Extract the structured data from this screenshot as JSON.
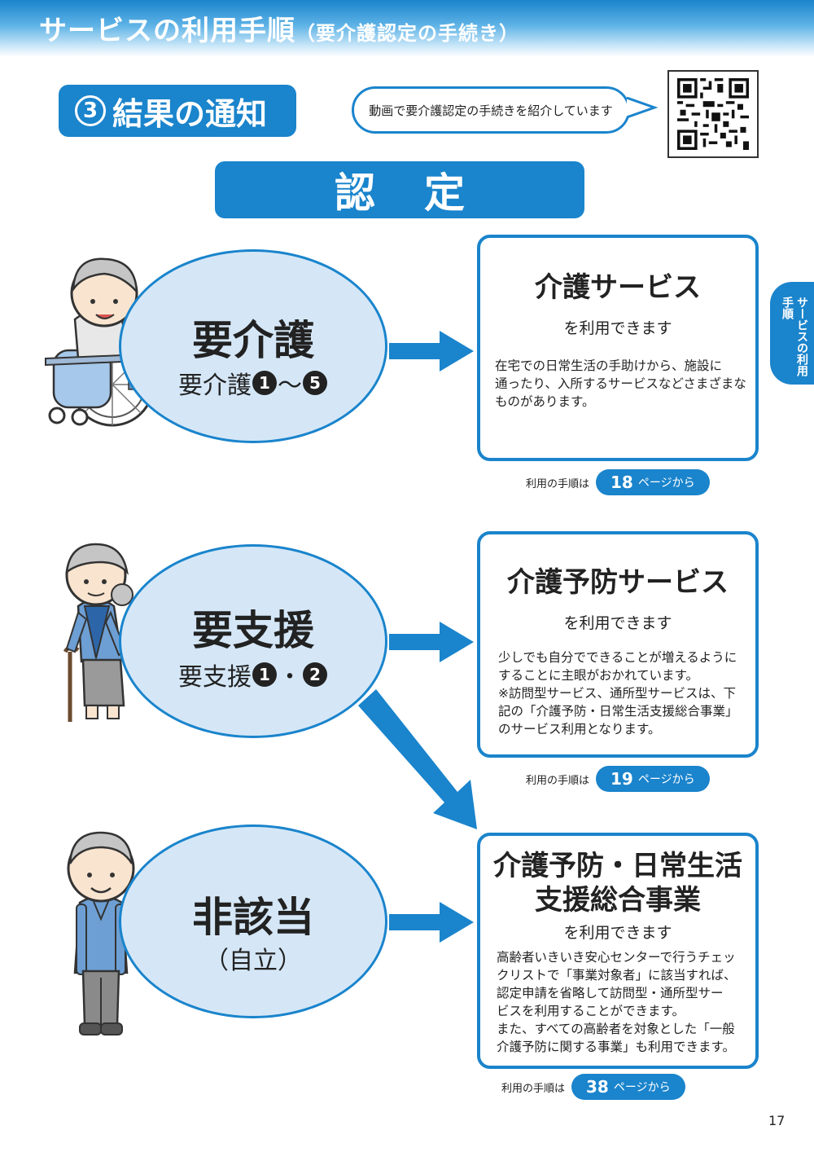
{
  "header": {
    "title": "サービスの利用手順",
    "subtitle": "（要介護認定の手続き）"
  },
  "step": {
    "number": "3",
    "label": "結果の通知"
  },
  "video_note": "動画で要介護認定の手続きを紹介しています",
  "nintei_label": "認定",
  "side_tab": {
    "line1": "サービスの",
    "line2": "利用手順"
  },
  "levels": [
    {
      "title": "要介護",
      "sub_prefix": "要介護",
      "sub_first": "1",
      "sub_sep": "～",
      "sub_last": "5",
      "service_title": "介護サービス",
      "service_can": "を利用できます",
      "service_desc": [
        "在宅での日常生活の手助けから、施設に",
        "通ったり、入所するサービスなどさまざまな",
        "ものがあります。"
      ],
      "proc_label": "利用の手順は",
      "proc_page": "18",
      "proc_suffix": "ページから"
    },
    {
      "title": "要支援",
      "sub_prefix": "要支援",
      "sub_first": "1",
      "sub_sep": "・",
      "sub_last": "2",
      "service_title": "介護予防サービス",
      "service_can": "を利用できます",
      "service_desc": [
        "少しでも自分でできることが増えるように",
        "することに主眼がおかれています。",
        "※訪問型サービス、通所型サービスは、下",
        "記の「介護予防・日常生活支援総合事業」",
        "のサービス利用となります。"
      ],
      "proc_label": "利用の手順は",
      "proc_page": "19",
      "proc_suffix": "ページから"
    },
    {
      "title": "非該当",
      "sub_text": "（自立）",
      "service_title_1": "介護予防・日常生活",
      "service_title_2": "支援総合事業",
      "service_can": "を利用できます",
      "service_desc": [
        "高齢者いきいき安心センターで行うチェッ",
        "クリストで「事業対象者」に該当すれば、",
        "認定申請を省略して訪問型・通所型サー",
        "ビスを利用することができます。",
        "また、すべての高齢者を対象とした「一般",
        "介護予防に関する事業」も利用できます。"
      ],
      "proc_label": "利用の手順は",
      "proc_page": "38",
      "proc_suffix": "ページから"
    }
  ],
  "page_number": "17",
  "colors": {
    "primary": "#1a84cc",
    "ellipse_fill": "#d5e7f7"
  }
}
